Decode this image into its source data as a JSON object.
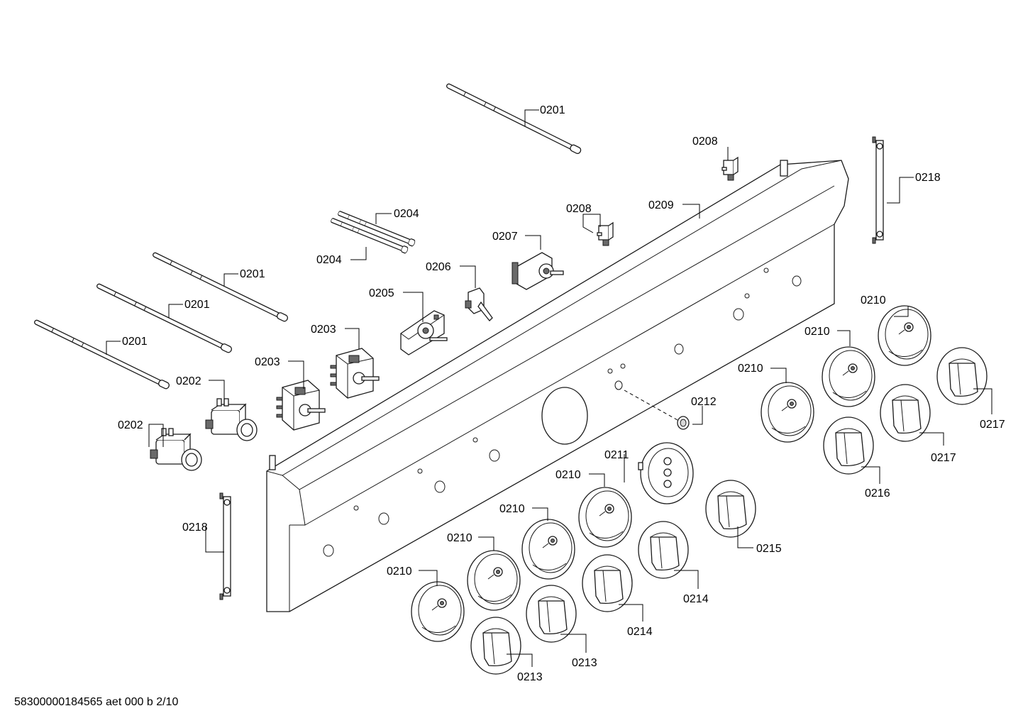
{
  "part_numbers": {
    "rod": "0201",
    "valve": "0202",
    "energy_regulator": "0203",
    "rod_pair": "0204",
    "circuit_board": "0205",
    "switch": "0206",
    "thermostat": "0207",
    "microswitch": "0208",
    "control_panel": "0209",
    "knob_ring": "0210",
    "display_knob": "0211",
    "light_cap": "0212",
    "knob_small": "0213",
    "knob_large": "0214",
    "knob_oven": "0215",
    "knob_right": "0216",
    "knob_right_2": "0217",
    "bracket": "0218"
  },
  "footer": "58300000184565 aet 000 b 2/10"
}
